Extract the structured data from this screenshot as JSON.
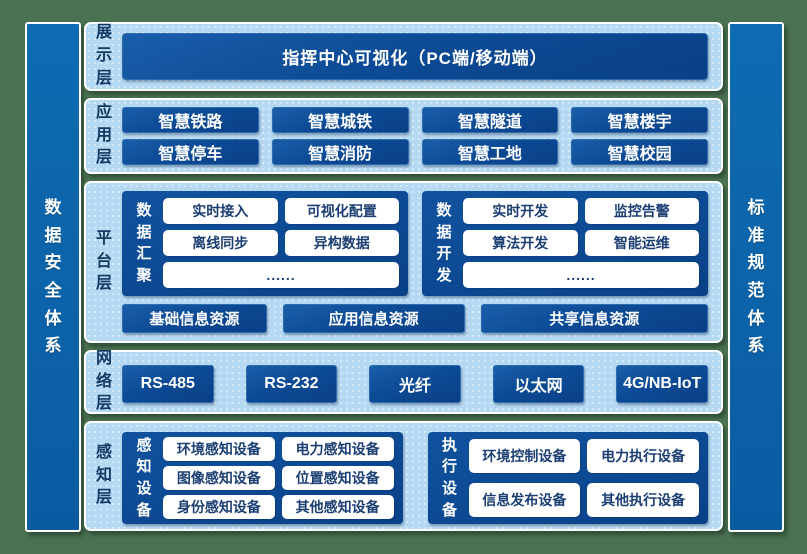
{
  "diagram": {
    "sidebar_left": {
      "label": "数据安全体系"
    },
    "sidebar_right": {
      "label": "标准规范体系"
    },
    "display": {
      "label": "展示层",
      "title": "指挥中心可视化（PC端/移动端）"
    },
    "app": {
      "label": "应用层",
      "row1": [
        "智慧铁路",
        "智慧城铁",
        "智慧隧道",
        "智慧楼宇"
      ],
      "row2": [
        "智慧停车",
        "智慧消防",
        "智慧工地",
        "智慧校园"
      ]
    },
    "platform": {
      "label": "平台层",
      "group1": {
        "label": "数据汇聚",
        "items": [
          "实时接入",
          "可视化配置",
          "离线同步",
          "异构数据"
        ],
        "more": "......"
      },
      "group2": {
        "label": "数据开发",
        "items": [
          "实时开发",
          "监控告警",
          "算法开发",
          "智能运维"
        ],
        "more": "......"
      },
      "resources": [
        "基础信息资源",
        "应用信息资源",
        "共享信息资源"
      ]
    },
    "network": {
      "label": "网络层",
      "buttons": [
        "RS-485",
        "RS-232",
        "光纤",
        "以太网",
        "4G/NB-IoT"
      ]
    },
    "perception": {
      "label": "感知层",
      "group1": {
        "label": "感知设备",
        "items": [
          "环境感知设备",
          "电力感知设备",
          "图像感知设备",
          "位置感知设备",
          "身份感知设备",
          "其他感知设备"
        ]
      },
      "group2": {
        "label": "执行设备",
        "items": [
          "环境控制设备",
          "电力执行设备",
          "信息发布设备",
          "其他执行设备"
        ]
      }
    },
    "colors": {
      "background_green": "#4a7150",
      "panel_light_blue": "#b5d9f2",
      "navy": "#0d4b96",
      "pillar_blue": "#0c63a9",
      "label_navy_text": "#123a63",
      "white_box_text": "#1c3f73"
    }
  }
}
